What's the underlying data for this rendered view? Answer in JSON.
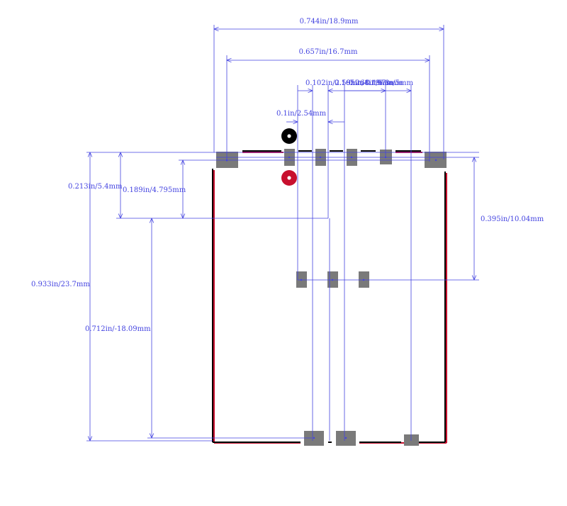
{
  "colors": {
    "dimension": "#4343e0",
    "outline": "#000000",
    "outline_shadow": "#c8102e",
    "pad": "#7a7a7a",
    "marker_black": "#000000",
    "marker_red": "#c8102e"
  },
  "dimensions": {
    "overall_width": "0.744in/18.9mm",
    "pad_span": "0.657in/16.7mm",
    "upper_pitch": "0.102in/2.59mm",
    "overlap_a": "0.165in/4.19mm",
    "overlap_b": "0.268in/6.8mm",
    "overlap_c": "0.197in/5mm",
    "pin_pitch": "0.1in/2.54mm",
    "top_offset": "0.213in/5.4mm",
    "pin_row_offset": "0.189in/4.795mm",
    "overall_height": "0.933in/23.7mm",
    "lower_span": "0.712in/-18.09mm",
    "right_drop": "0.395in/10.04mm"
  }
}
